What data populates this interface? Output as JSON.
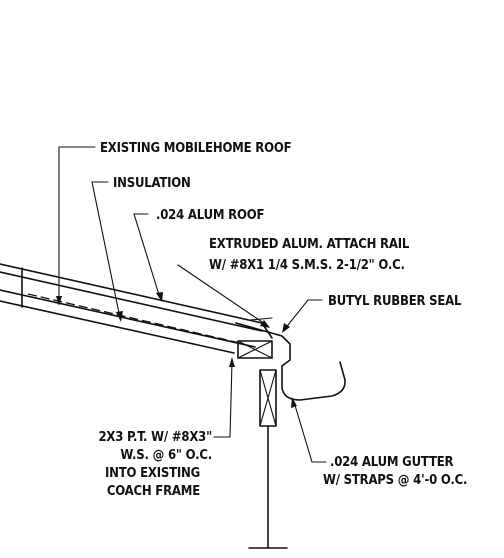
{
  "labels": {
    "existing_roof": "EXISTING MOBILEHOME ROOF",
    "insulation": "INSULATION",
    "alum_roof": ".024 ALUM ROOF",
    "attach_rail_line1": "EXTRUDED ALUM. ATTACH RAIL",
    "attach_rail_line2": "W/ #8X1 1/4 S.M.S. 2-1/2\" O.C.",
    "butyl_seal": "BUTYL RUBBER SEAL",
    "framing_line1": "2X3 P.T. W/ #8X3\"",
    "framing_line2": "W.S. @ 6\" O.C.",
    "framing_line3": "INTO EXISTING",
    "framing_line4": "COACH FRAME",
    "gutter_line1": ".024 ALUM GUTTER",
    "gutter_line2": "W/ STRAPS @ 4'-0 O.C."
  }
}
